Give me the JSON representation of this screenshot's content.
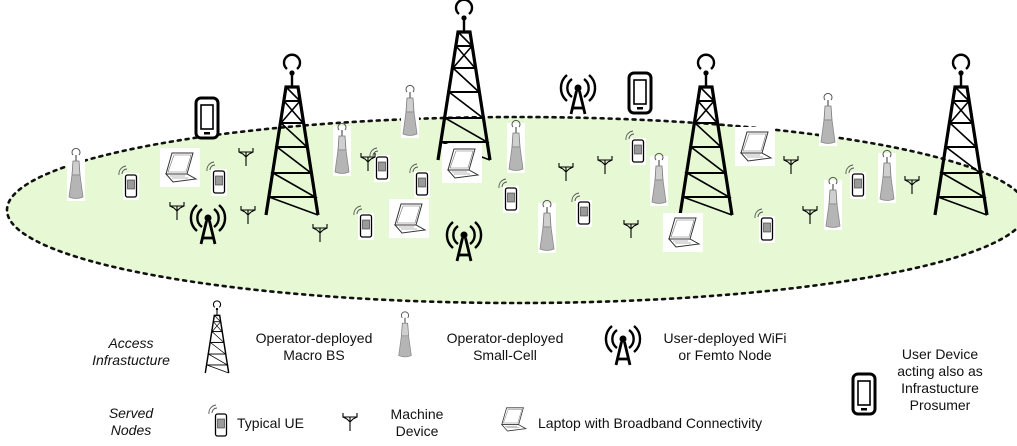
{
  "legend": {
    "access_infrastructure": {
      "category": [
        "Access",
        "Infrastucture"
      ],
      "macro_bs": [
        "Operator-deployed",
        "Macro BS"
      ],
      "small_cell": [
        "Operator-deployed",
        "Small-Cell"
      ],
      "wifi_femto": [
        "User-deployed WiFi",
        "or Femto Node"
      ]
    },
    "served_nodes": {
      "category": [
        "Served",
        "Nodes"
      ],
      "typical_ue": "Typical UE",
      "machine_device": [
        "Machine",
        "Device"
      ],
      "laptop": "Laptop with Broadband Connectivity"
    },
    "prosumer": [
      "User Device",
      "acting also as",
      "Infrastucture",
      "Prosumer"
    ]
  },
  "colors": {
    "cell_area": "#e6f8d4",
    "outline": "#111111",
    "small_cell": "#b5b5b5",
    "screen": "#9a9a9a"
  },
  "icons": [
    "macro-bs-icon",
    "small-cell-icon",
    "wifi-femto-icon",
    "phone-icon",
    "machine-device-icon",
    "laptop-icon",
    "prosumer-device-icon"
  ]
}
